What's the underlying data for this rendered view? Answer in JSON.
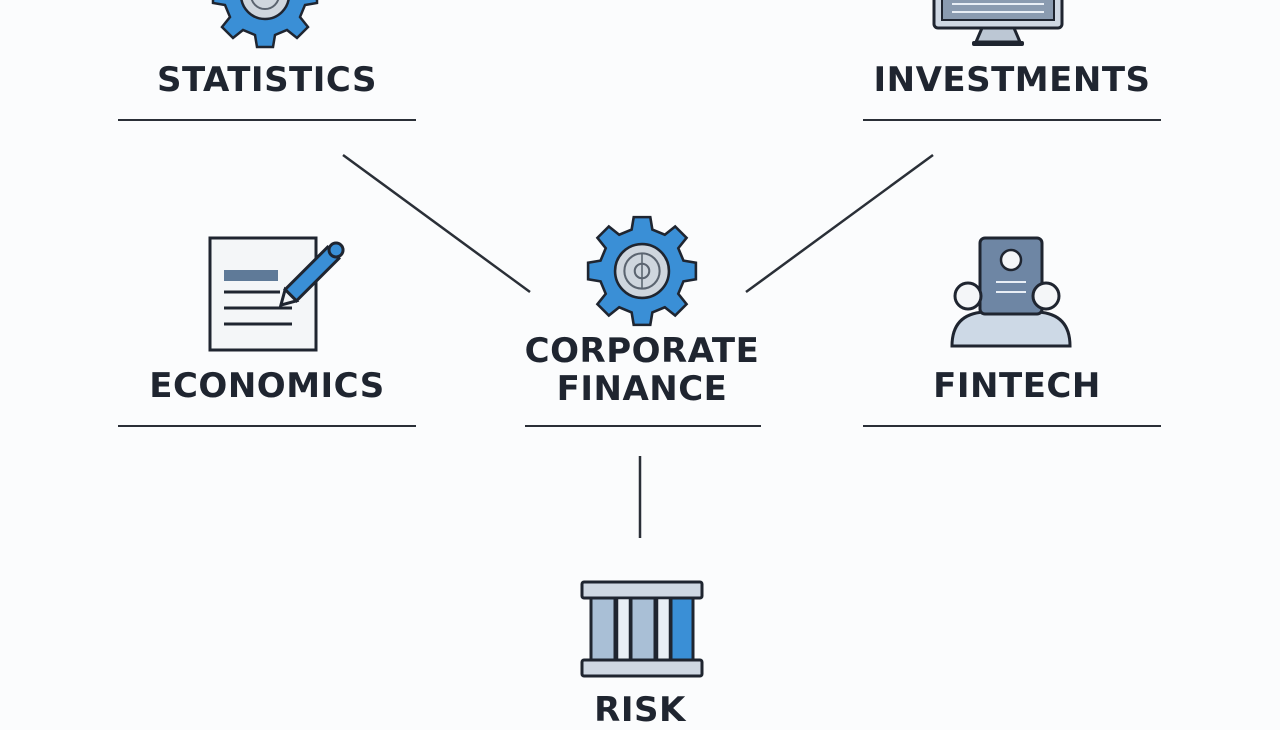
{
  "nodes": {
    "statistics": {
      "label": "STATISTICS",
      "icon": "gear-icon"
    },
    "investments": {
      "label": "INVESTMENTS",
      "icon": "monitor-chart-icon"
    },
    "economics": {
      "label": "ECONOMICS",
      "icon": "document-pencil-icon"
    },
    "fintech": {
      "label": "FINTECH",
      "icon": "person-id-card-icon"
    },
    "risk": {
      "label": "RISK",
      "icon": "bank-building-icon"
    },
    "center": {
      "line1": "CORPORATE",
      "line2": "FINANCE",
      "icon": "gear-icon"
    }
  },
  "colors": {
    "accent_blue": "#3a8fd6",
    "line_dark": "#2a2f37",
    "text_dark": "#1f2530",
    "background": "#fbfcfd"
  }
}
